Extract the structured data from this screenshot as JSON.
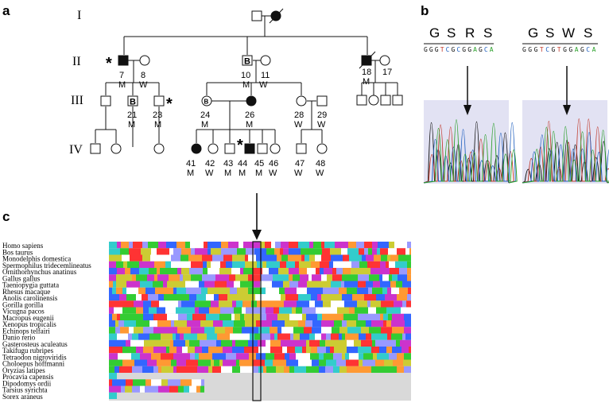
{
  "panels": {
    "a": "a",
    "b": "b",
    "c": "c"
  },
  "generations": [
    "I",
    "II",
    "III",
    "IV"
  ],
  "individuals": {
    "i7": {
      "id": "7",
      "sex": "M"
    },
    "i8": {
      "id": "8",
      "sex": "W"
    },
    "i10": {
      "id": "10",
      "sex": "M"
    },
    "i11": {
      "id": "11",
      "sex": "W"
    },
    "i18": {
      "id": "18",
      "sex": "M"
    },
    "i17": {
      "id": "17"
    },
    "i21": {
      "id": "21",
      "sex": "M"
    },
    "i23": {
      "id": "23",
      "sex": "M"
    },
    "i24": {
      "id": "24",
      "sex": "M"
    },
    "i26": {
      "id": "26",
      "sex": "M"
    },
    "i28": {
      "id": "28",
      "sex": "W"
    },
    "i29": {
      "id": "29",
      "sex": "W"
    },
    "i41": {
      "id": "41",
      "sex": "M"
    },
    "i42": {
      "id": "42",
      "sex": "W"
    },
    "i43": {
      "id": "43",
      "sex": "M"
    },
    "i44": {
      "id": "44",
      "sex": "M"
    },
    "i45": {
      "id": "45",
      "sex": "M"
    },
    "i46": {
      "id": "46",
      "sex": "W"
    },
    "i47": {
      "id": "47",
      "sex": "W"
    },
    "i48": {
      "id": "48",
      "sex": "W"
    }
  },
  "carrier_mark": "B",
  "proband_mark": "*",
  "chromatograms": [
    {
      "aminoacids": [
        "G",
        "S",
        "R",
        "S"
      ],
      "bases": [
        [
          "G",
          "#111"
        ],
        [
          "G",
          "#111"
        ],
        [
          "G",
          "#111"
        ],
        [
          "T",
          "#c0392b"
        ],
        [
          "C",
          "#1f5fbf"
        ],
        [
          "G",
          "#111"
        ],
        [
          "C",
          "#1f5fbf"
        ],
        [
          "G",
          "#111"
        ],
        [
          "G",
          "#111"
        ],
        [
          "A",
          "#2aa02a"
        ],
        [
          "G",
          "#111"
        ],
        [
          "C",
          "#1f5fbf"
        ],
        [
          "A",
          "#2aa02a"
        ]
      ]
    },
    {
      "aminoacids": [
        "G",
        "S",
        "W",
        "S"
      ],
      "bases": [
        [
          "G",
          "#111"
        ],
        [
          "G",
          "#111"
        ],
        [
          "G",
          "#111"
        ],
        [
          "T",
          "#c0392b"
        ],
        [
          "C",
          "#1f5fbf"
        ],
        [
          "G",
          "#111"
        ],
        [
          "T",
          "#c0392b"
        ],
        [
          "G",
          "#111"
        ],
        [
          "G",
          "#111"
        ],
        [
          "A",
          "#2aa02a"
        ],
        [
          "G",
          "#111"
        ],
        [
          "C",
          "#1f5fbf"
        ],
        [
          "A",
          "#2aa02a"
        ]
      ]
    }
  ],
  "species": [
    "Homo sapiens",
    "Bos taurus",
    "Monodelphis domestica",
    "Spermophilus tridecemlineatus",
    "Ornithorhynchus anatinus",
    "Gallus gallus",
    "Taeniopygia guttata",
    "Rhesus macaque",
    "Anolis carolinensis",
    "Gorilla gorilla",
    "Vicugna pacos",
    "Macropus eugenii",
    "Xenopus tropicalis",
    "Echinops telfairi",
    "Danio rerio",
    "Gasterosteus aculeatus",
    "Takifugu rubripes",
    "Tetraodon nigroviridis",
    "Choloepus hoffmanni",
    "Oryzias latipes",
    "Procavia capensis",
    "Dipodomys ordii",
    "Tarsius syrichta",
    "Sorex araneus"
  ],
  "colors": {
    "alignment_bg": "#d9d9d9",
    "arrow": "#111111"
  }
}
